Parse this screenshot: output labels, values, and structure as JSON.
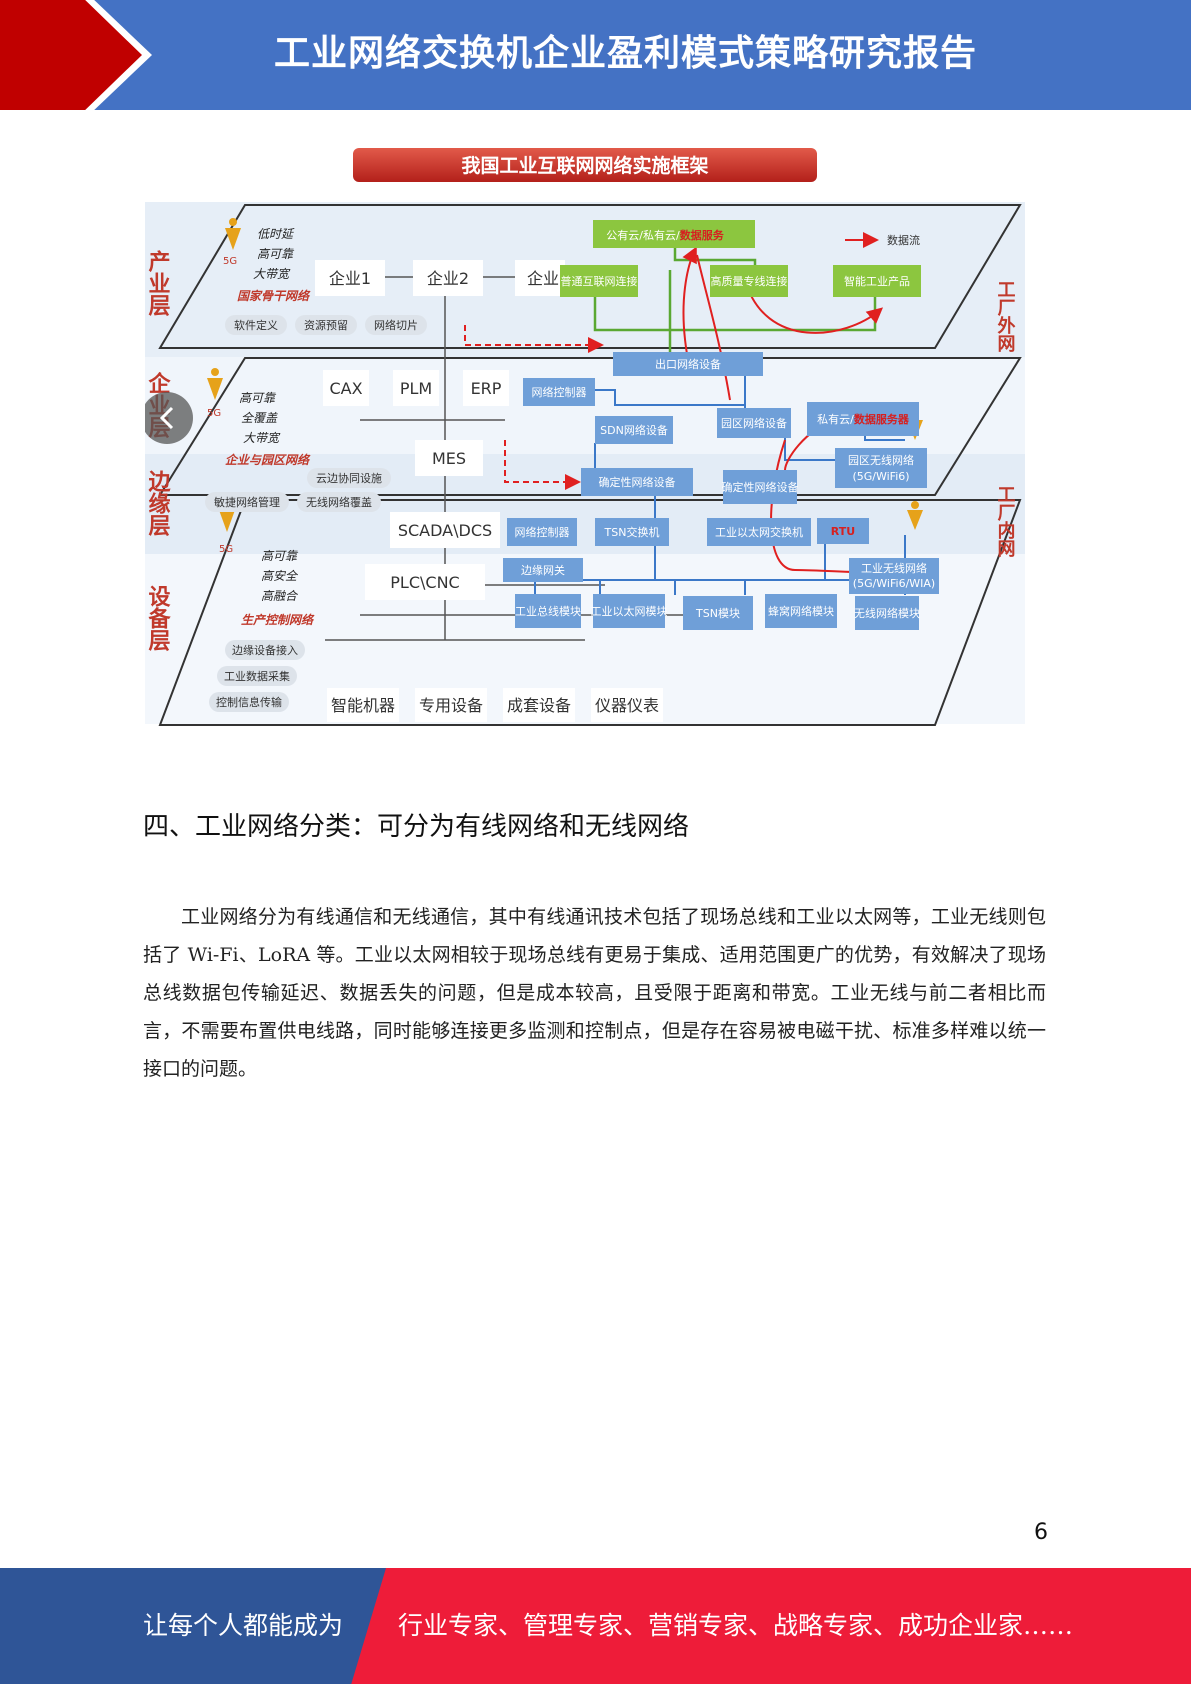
{
  "header": {
    "title": "工业网络交换机企业盈利模式策略研究报告"
  },
  "diagram": {
    "title": "我国工业互联网网络实施框架",
    "legend": "数据流",
    "five_g": "5G",
    "layers": [
      {
        "name": "产业层",
        "features": [
          "低时延",
          "高可靠",
          "大带宽"
        ],
        "network": "国家骨干网络",
        "tags": [
          "软件定义",
          "资源预留",
          "网络切片"
        ]
      },
      {
        "name": "企业层",
        "features": [
          "高可靠",
          "全覆盖",
          "大带宽"
        ],
        "network": "企业与园区网络",
        "tags": [
          "云边协同设施",
          "敏捷网络管理",
          "无线网络覆盖"
        ]
      },
      {
        "name": "边缘层",
        "features": [
          "高可靠",
          "高安全",
          "高融合"
        ],
        "network": "生产控制网络",
        "tags": [
          "边缘设备接入",
          "工业数据采集",
          "控制信息传输"
        ]
      },
      {
        "name": "设备层"
      }
    ],
    "side_labels": {
      "outer": "工厂外网",
      "inner": "工厂内网"
    },
    "industry_nodes": {
      "enterprise1": "企业1",
      "enterprise2": "企业2",
      "enterprise3": "企业",
      "cloud_top": "公有云/私有云/",
      "cloud_top_service": "数据服务",
      "normal_net": "普通互联网连接",
      "quality_net": "高质量专线连接",
      "smart_product": "智能工业产品"
    },
    "enterprise_nodes": {
      "cax": "CAX",
      "plm": "PLM",
      "erp": "ERP",
      "mes": "MES",
      "export_device": "出口网络设备",
      "net_controller": "网络控制器",
      "sdn": "SDN网络设备",
      "campus_device": "园区网络设备",
      "private_cloud": "私有云/",
      "private_cloud_service": "数据服务器",
      "campus_wireless": "园区无线网络",
      "campus_wireless_sub": "(5G/WiFi6)",
      "deterministic1": "确定性网络设备",
      "deterministic2": "确定性网络设备"
    },
    "edge_nodes": {
      "scada": "SCADA\\DCS",
      "plc": "PLC\\CNC",
      "net_controller2": "网络控制器",
      "tsn_switch": "TSN交换机",
      "eth_switch": "工业以太网交换机",
      "rtu": "RTU",
      "edge_gateway": "边缘网关",
      "factory_wireless": "工业无线网络",
      "factory_wireless_sub": "(5G/WiFi6/WIA)"
    },
    "device_nodes": {
      "fieldbus": "工业总线模块",
      "eth_module": "工业以太网模块",
      "tsn_module": "TSN模块",
      "cellular": "蜂窝网络模块",
      "wireless_module": "无线网络模块",
      "robot": "智能机器",
      "special": "专用设备",
      "complete": "成套设备",
      "instrument": "仪器仪表"
    }
  },
  "section": {
    "heading": "四、工业网络分类：可分为有线网络和无线网络"
  },
  "paragraph": "工业网络分为有线通信和无线通信，其中有线通讯技术包括了现场总线和工业以太网等，工业无线则包括了 Wi-Fi、LoRA 等。工业以太网相较于现场总线有更易于集成、适用范围更广的优势，有效解决了现场总线数据包传输延迟、数据丢失的问题，但是成本较高，且受限于距离和带宽。工业无线与前二者相比而言，不需要布置供电线路，同时能够连接更多监测和控制点，但是存在容易被电磁干扰、标准多样难以统一接口的问题。",
  "page_number": "6",
  "footer": {
    "left": "让每个人都能成为",
    "right": "行业专家、管理专家、营销专家、战略专家、成功企业家……"
  },
  "colors": {
    "header_blue": "#4472c4",
    "header_red": "#c00000",
    "footer_blue": "#2f5597",
    "footer_red": "#ee1c39",
    "node_green": "#8cc63f",
    "node_blue": "#6f9fd8",
    "layer_red": "#c0392b"
  }
}
